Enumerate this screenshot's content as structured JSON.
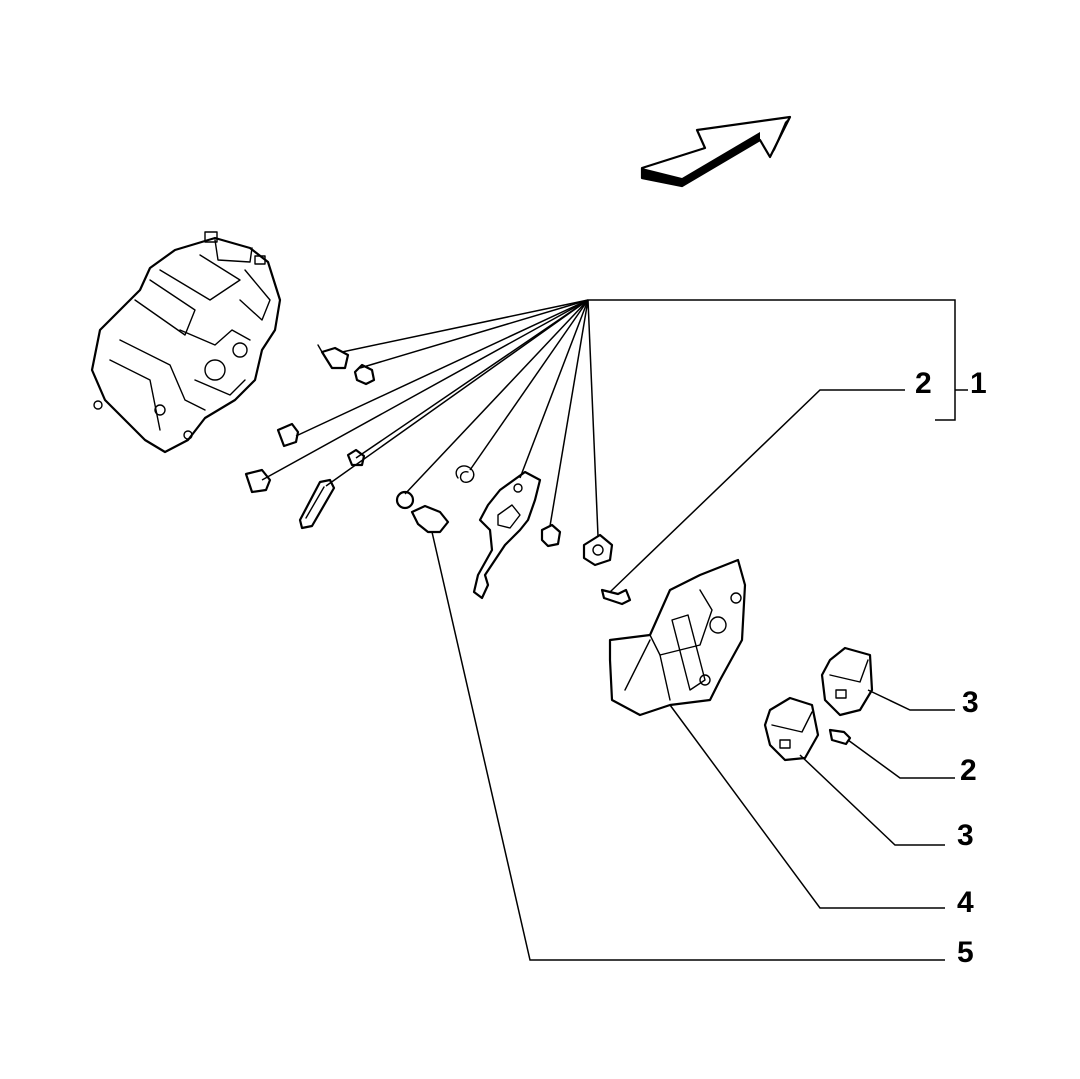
{
  "callouts": {
    "c1": "1",
    "c2_top": "2",
    "c2_right": "2",
    "c3_upper": "3",
    "c3_lower": "3",
    "c4": "4",
    "c5": "5"
  },
  "icons": {
    "direction": "direction-arrow-icon"
  },
  "colors": {
    "ink": "#000000",
    "paper": "#ffffff"
  }
}
